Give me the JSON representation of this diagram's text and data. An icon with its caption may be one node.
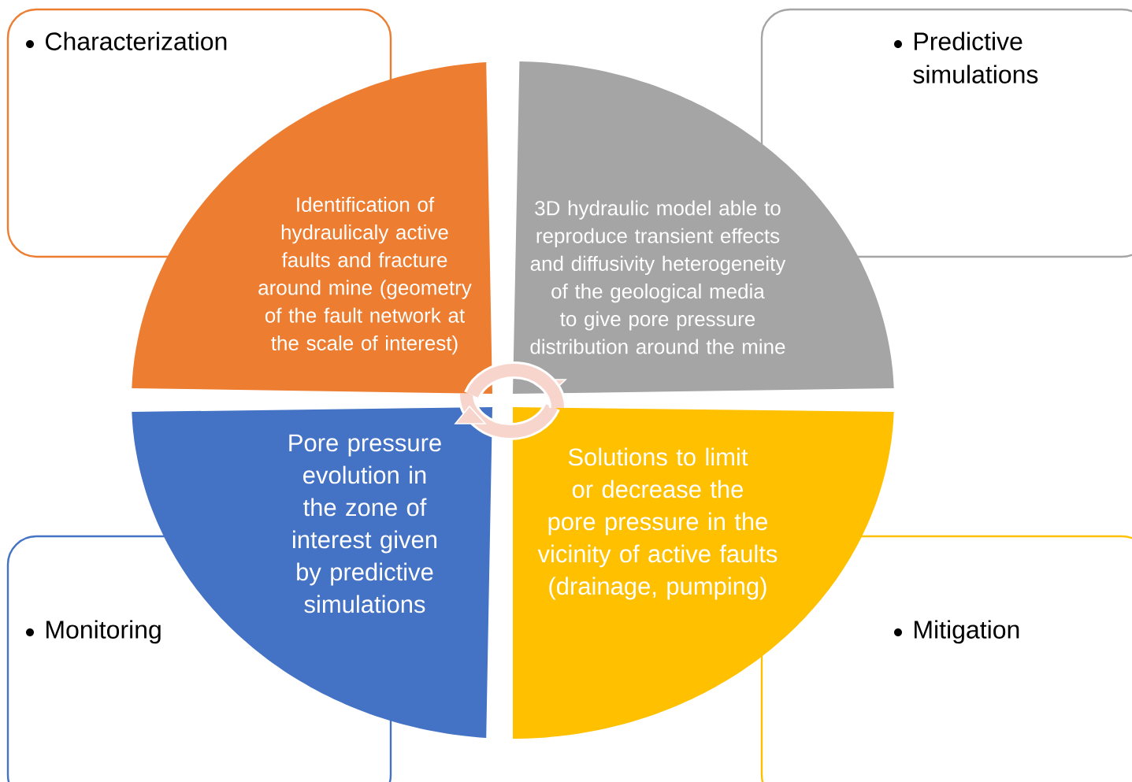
{
  "diagram": {
    "nodes": [
      {
        "text": [
          "Characterization"
        ]
      },
      {
        "text": [
          "Predictive simulations"
        ]
      },
      {
        "text": [
          "Identification of hydraulicaly active faults and fracture around mine (geometry of the fault network at the scale of interest)"
        ]
      },
      {
        "text": [
          "3D hydraulic model able to reproduce transient effects and diffusivity heterogeneity of the geological media to give pore pressure distribution around the mine"
        ]
      },
      {
        "text": [
          "Pore pressure evolution in the zone of interest given by predictive simulations"
        ]
      },
      {
        "text": [
          "Solutions to limit or decrease the pore pressure in the vicinity of active faults (drainage, pumping)"
        ]
      },
      {
        "text": [
          "Monitoring"
        ]
      },
      {
        "text": [
          "Mitigation"
        ]
      }
    ]
  }
}
